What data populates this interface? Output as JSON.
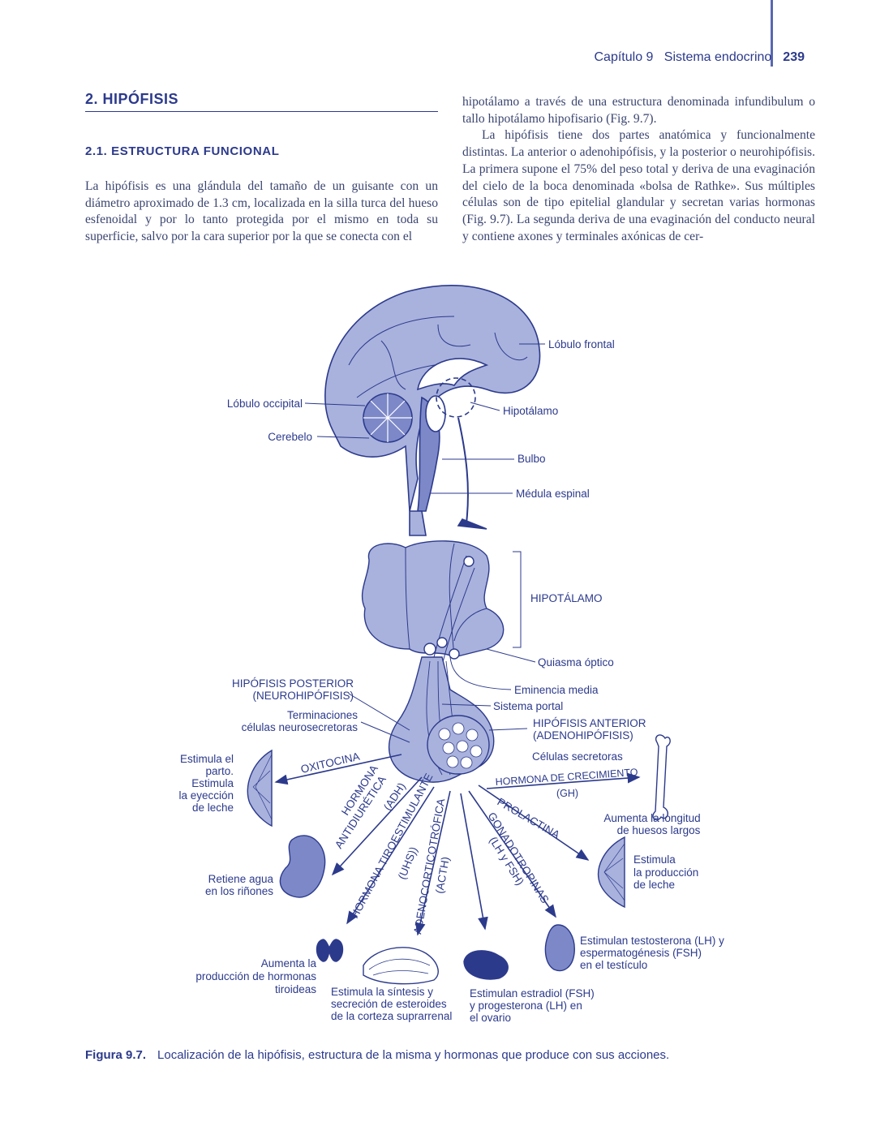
{
  "header": {
    "chapter": "Capítulo 9   Sistema endocrino",
    "page_number": "239"
  },
  "section_title": "2. HIPÓFISIS",
  "subsection_title": "2.1. ESTRUCTURA FUNCIONAL",
  "left_paragraph": "La hipófisis es una glándula del tamaño de un guisante con un diámetro aproximado de 1.3 cm, localizada en la silla turca del hueso esfenoidal y por lo tanto protegida por el mismo en toda su superficie, salvo por la cara superior por la que se conecta con el",
  "right_paragraph_1": "hipotálamo a través de una estructura denominada infundibulum o tallo hipotálamo hipofisario (Fig. 9.7).",
  "right_paragraph_2": "La hipófisis tiene dos partes anatómica y funcionalmente distintas. La anterior o adenohipófisis, y la posterior o neurohipófisis. La primera supone el 75% del peso total y deriva de una evaginación del cielo de la boca denominada «bolsa de Rathke». Sus múltiples células son de tipo epitelial glandular y secretan varias hormonas (Fig. 9.7). La segunda deriva de una evaginación del conducto neural y contiene axones y terminales axónicas de cer-",
  "figure": {
    "brain_labels": {
      "frontal": "Lóbulo frontal",
      "occipital": "Lóbulo occipital",
      "hypothalamus": "Hipotálamo",
      "cerebellum": "Cerebelo",
      "bulb": "Bulbo",
      "spinal": "Médula espinal"
    },
    "hypo_title": "HIPOTÁLAMO",
    "optic_chiasm": "Quiasma óptico",
    "median_eminence": "Eminencia media",
    "portal_system": "Sistema portal",
    "posterior_1": "HIPÓFISIS POSTERIOR",
    "posterior_2": "(NEUROHIPÓFISIS)",
    "terminations_1": "Terminaciones",
    "terminations_2": "células neurosecretoras",
    "anterior_1": "HIPÓFISIS ANTERIOR",
    "anterior_2": "(ADENOHIPÓFISIS)",
    "secretory_cells": "Células secretoras",
    "hormones": {
      "oxytocin": "OXITOCINA",
      "adh_1": "HORMONA",
      "adh_2": "ANTIDIURÉTICA",
      "adh_3": "(ADH)",
      "tsh_1": "HORMONA TIROESTIMULANTE",
      "tsh_2": "(UHS))",
      "acth_1": "ADENOCORTICOTRÓFICA",
      "acth_2": "(ACTH)",
      "gonado_1": "GONADOTROPINAS",
      "gonado_2": "(LH y FSH)",
      "prolactin": "PROLACTINA",
      "gh_1": "HORMONA DE CRECIMIENTO",
      "gh_2": "(GH)"
    },
    "effects": {
      "uterus": [
        "Estimula el",
        "parto.",
        "Estimula",
        "la eyección",
        "de leche"
      ],
      "kidney": [
        "Retiene agua",
        "en los riñones"
      ],
      "thyroid": [
        "Aumenta la",
        "producción de hormonas",
        "tiroideas"
      ],
      "adrenal": [
        "Estimula la síntesis y",
        "secreción de esteroides",
        "de la corteza suprarrenal"
      ],
      "ovary": [
        "Estimulan estradiol (FSH)",
        "y progesterona (LH) en",
        "el ovario"
      ],
      "testis": [
        "Estimulan testosterona (LH) y",
        "espermatogénesis (FSH)",
        "en el testículo"
      ],
      "breast": [
        "Estimula",
        "la producción",
        "de leche"
      ],
      "bone": [
        "Aumenta la longitud",
        "de huesos largos"
      ]
    }
  },
  "caption": {
    "label": "Figura 9.7.",
    "text": "Localización de la hipófisis, estructura de la misma y hormonas que produce con sus acciones."
  },
  "colors": {
    "ink": "#2c3a8c",
    "fill": "#a9b2dd",
    "fill_dark": "#7c88c8"
  }
}
